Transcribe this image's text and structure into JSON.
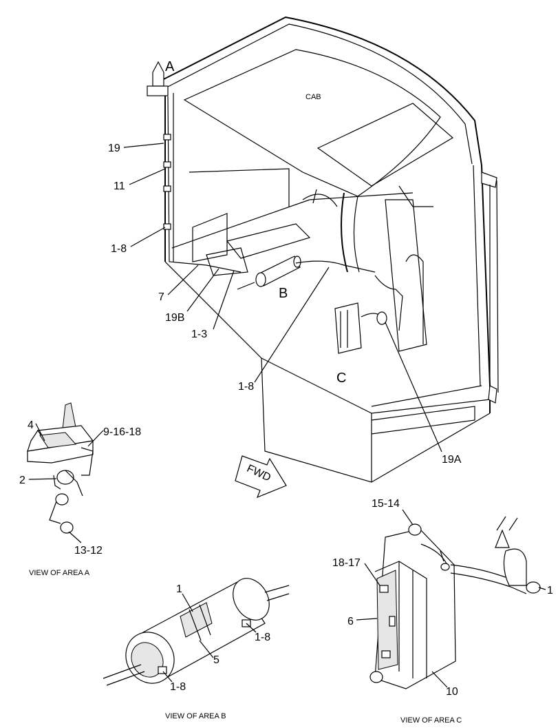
{
  "labels": {
    "cab": "CAB",
    "area_a": "A",
    "area_b": "B",
    "area_c": "C",
    "fwd": "FWD",
    "p19": "19",
    "p11": "11",
    "p1_8_left": "1-8",
    "p7": "7",
    "p19b": "19B",
    "p1_3": "1-3",
    "p1_8_center": "1-8",
    "p19a": "19A",
    "p4": "4",
    "p9_16_18": "9-16-18",
    "p2": "2",
    "p13_12": "13-12",
    "p15_14": "15-14",
    "p18_17": "18-17",
    "p6": "6",
    "p10": "10",
    "p1_c": "1",
    "p1_b": "1",
    "p1_8_b_right": "1-8",
    "p5": "5",
    "p1_8_b_bottom": "1-8"
  },
  "captions": {
    "view_a": "VIEW OF AREA  A",
    "view_b": "VIEW OF AREA  B",
    "view_c": "VIEW OF AREA  C"
  }
}
